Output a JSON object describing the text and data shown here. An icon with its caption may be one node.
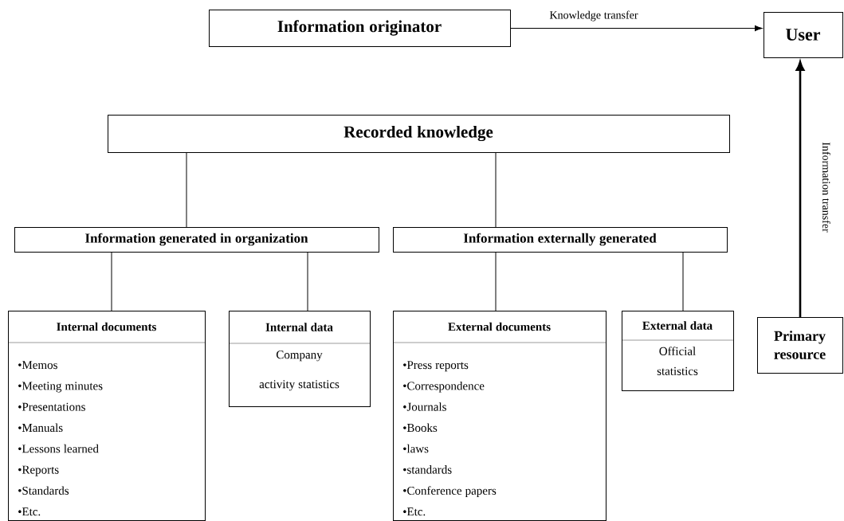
{
  "diagram": {
    "nodes": [
      {
        "text": [
          "Information originator"
        ]
      },
      {
        "text": [
          "User"
        ]
      },
      {
        "text": [
          "Recorded knowledge"
        ]
      },
      {
        "text": [
          "Information generated in organization"
        ]
      },
      {
        "text": [
          "Information externally generated"
        ]
      },
      {
        "text": [
          "Internal documents",
          "•Memos",
          "•Meeting minutes",
          "•Presentations",
          "•Manuals",
          "•Lessons learned",
          "•Reports",
          "•Standards",
          "•Etc."
        ]
      },
      {
        "text": [
          "Internal data",
          "Company activity statistics"
        ]
      },
      {
        "text": [
          "External documents",
          "•Press reports",
          "•Correspondence",
          "•Journals",
          "•Books",
          "•laws",
          "•standards",
          "•Conference papers",
          "•Etc."
        ]
      },
      {
        "text": [
          "External data",
          "Official statistics"
        ]
      },
      {
        "text": [
          "Primary resource"
        ]
      }
    ],
    "edges": [
      {
        "from": 0,
        "to": 1,
        "arrow": "to",
        "label": "Knowledge transfer"
      },
      {
        "from": 9,
        "to": 1,
        "arrow": "to",
        "label": "Information transfer",
        "style": "thick"
      },
      {
        "from": 2,
        "to": 3,
        "arrow": "none"
      },
      {
        "from": 2,
        "to": 4,
        "arrow": "none"
      },
      {
        "from": 3,
        "to": 5,
        "arrow": "none"
      },
      {
        "from": 3,
        "to": 6,
        "arrow": "none"
      },
      {
        "from": 4,
        "to": 7,
        "arrow": "none"
      },
      {
        "from": 4,
        "to": 8,
        "arrow": "none"
      }
    ]
  }
}
